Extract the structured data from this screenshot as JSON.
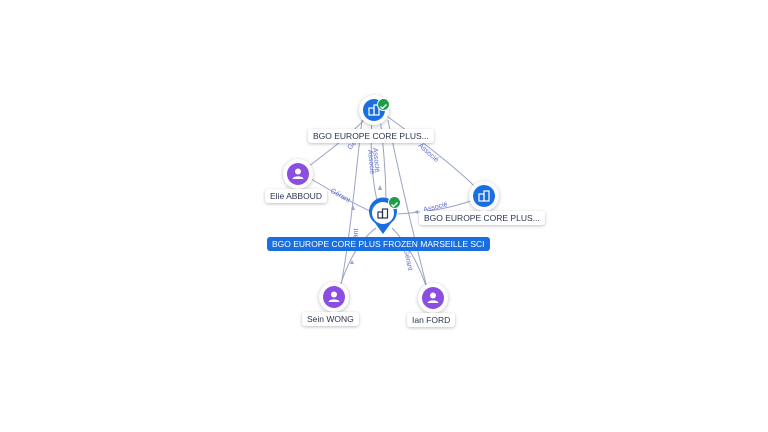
{
  "center": {
    "label": "BGO EUROPE CORE PLUS FROZEN MARSEILLE SCI",
    "icon": "building-icon",
    "verified": true
  },
  "nodes": [
    {
      "id": "company-top",
      "label": "BGO EUROPE CORE PLUS...",
      "type": "company",
      "icon": "building-icon",
      "verified": true
    },
    {
      "id": "company-right",
      "label": "BGO EUROPE CORE PLUS...",
      "type": "company",
      "icon": "building-icon",
      "verified": false
    },
    {
      "id": "person-elie",
      "label": "Elie ABBOUD",
      "type": "person",
      "icon": "person-icon"
    },
    {
      "id": "person-sein",
      "label": "Sein WONG",
      "type": "person",
      "icon": "person-icon"
    },
    {
      "id": "person-ian",
      "label": "Ian FORD",
      "type": "person",
      "icon": "person-icon"
    }
  ],
  "edge_labels": {
    "associe": "Associé",
    "gerant": "Gérant"
  },
  "colors": {
    "company": "#1a6fe0",
    "person": "#8a4fe0",
    "verified": "#1e9e4a",
    "edge": "#9aa3c4",
    "edge_label": "#5b6ad0"
  }
}
